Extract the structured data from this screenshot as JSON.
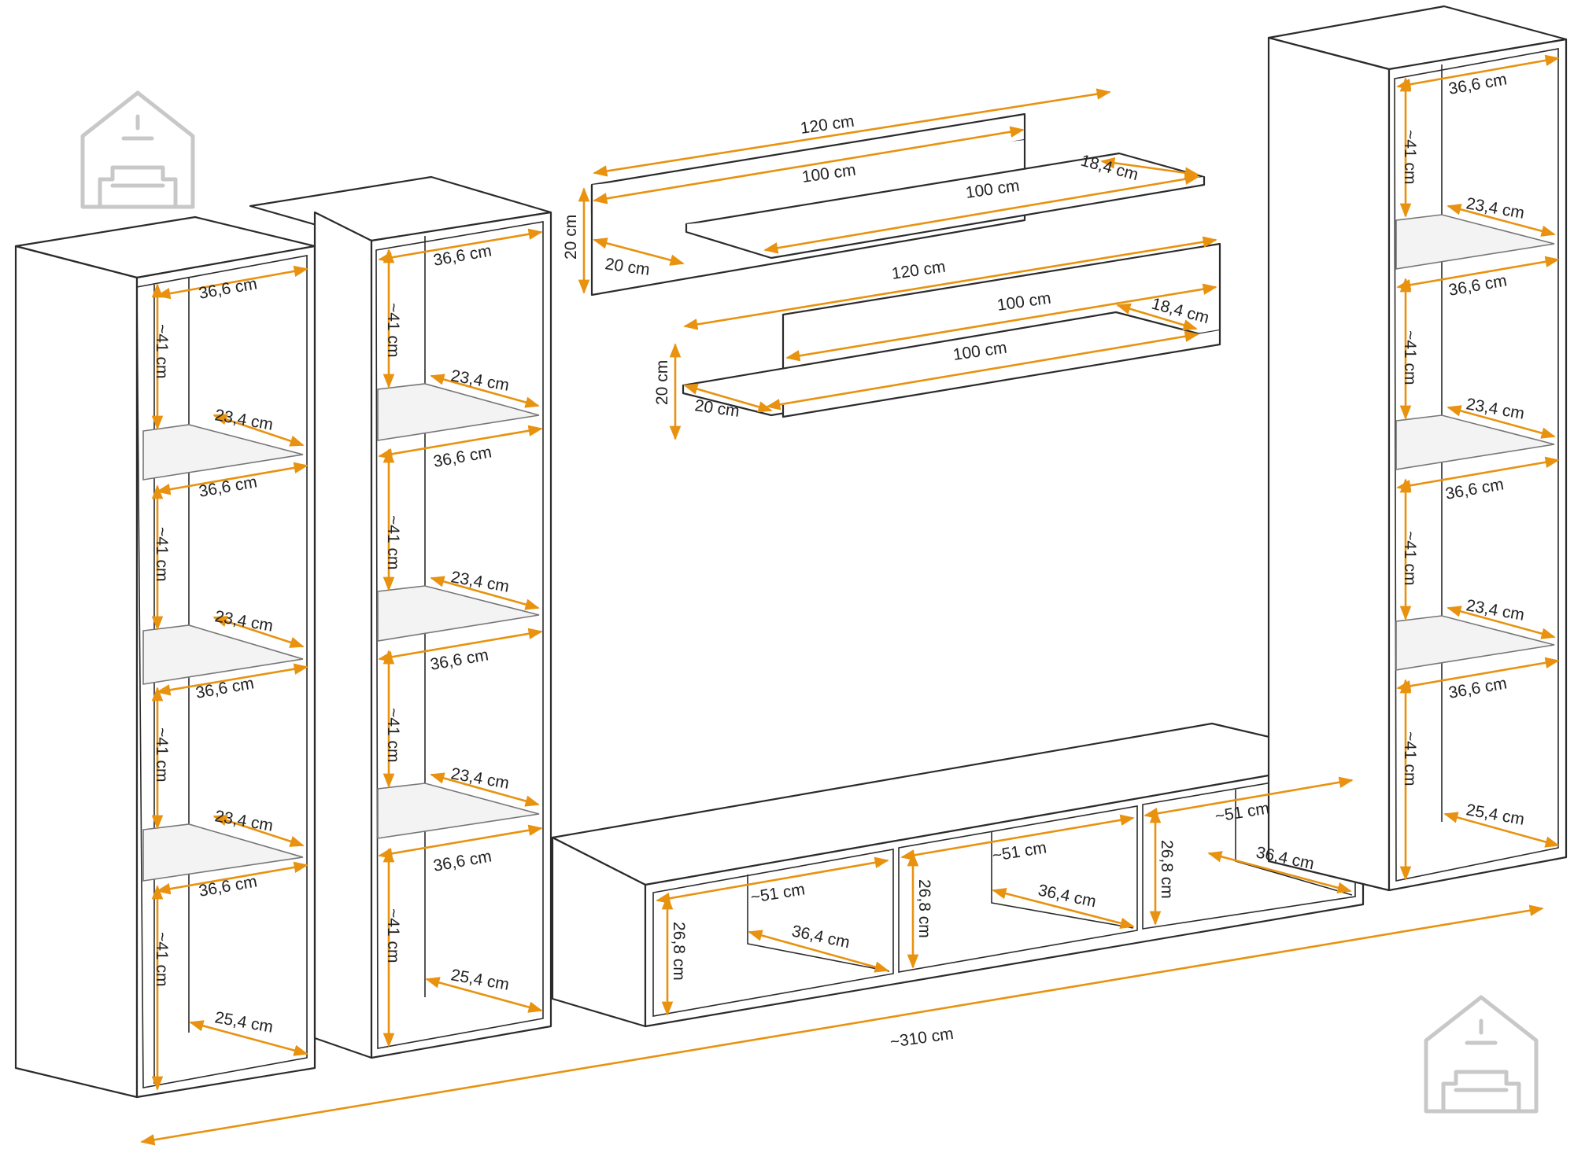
{
  "labels": {
    "d_36_6": "36,6 cm",
    "d_23_4": "23,4 cm",
    "d_25_4": "25,4 cm",
    "d_41": "~41 cm",
    "d_120": "120 cm",
    "d_100": "100 cm",
    "d_18_4": "18,4 cm",
    "d_20": "20 cm",
    "d_51": "~51 cm",
    "d_36_4": "36,4 cm",
    "d_26_8": "26,8 cm",
    "d_310": "~310 cm"
  },
  "colors": {
    "dimension": "#e8920f",
    "outline": "#2b2b2b",
    "logo": "#c8c8c8"
  },
  "icons": [
    "home-sofa-logo-icon"
  ]
}
